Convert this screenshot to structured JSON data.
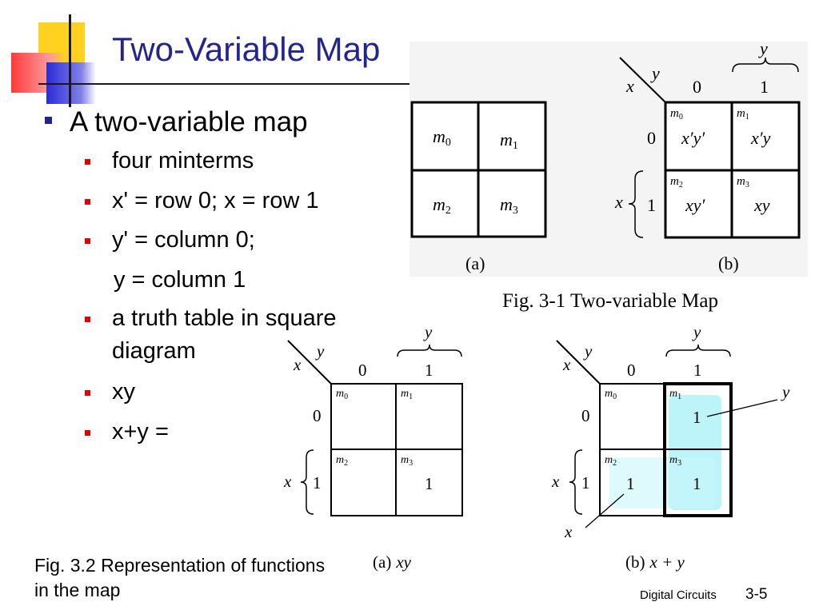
{
  "title": "Two-Variable Map",
  "bullets": {
    "main": "A two-variable map",
    "sub": [
      "four minterms",
      "x' = row 0; x = row 1",
      "y' = column 0;",
      "y = column 1",
      "a truth table in square",
      "diagram",
      "xy",
      "x+y ="
    ]
  },
  "figure_3_1": {
    "caption": "Fig. 3-1  Two-variable Map",
    "label_a": "(a)",
    "label_b": "(b)",
    "cells_a": [
      "m",
      "m",
      "m",
      "m"
    ],
    "subscripts": [
      "0",
      "1",
      "2",
      "3"
    ],
    "cells_b": [
      "x′y′",
      "x′y",
      "xy′",
      "xy"
    ],
    "var_x": "x",
    "var_y": "y",
    "index_0": "0",
    "index_1": "1"
  },
  "figure_3_2": {
    "caption_line1": "Fig. 3.2 Representation of functions",
    "caption_line2": "in the map",
    "label_a": "(a)",
    "label_a_expr": "xy",
    "label_b": "(b)",
    "label_b_expr": "x + y",
    "one": "1"
  },
  "footer": {
    "course": "Digital Circuits",
    "page": "3-5"
  },
  "colors": {
    "title": "#24248f",
    "main_bullet": "#24248f",
    "sub_bullet": "#e00000",
    "highlight": "#a6f0f7"
  }
}
